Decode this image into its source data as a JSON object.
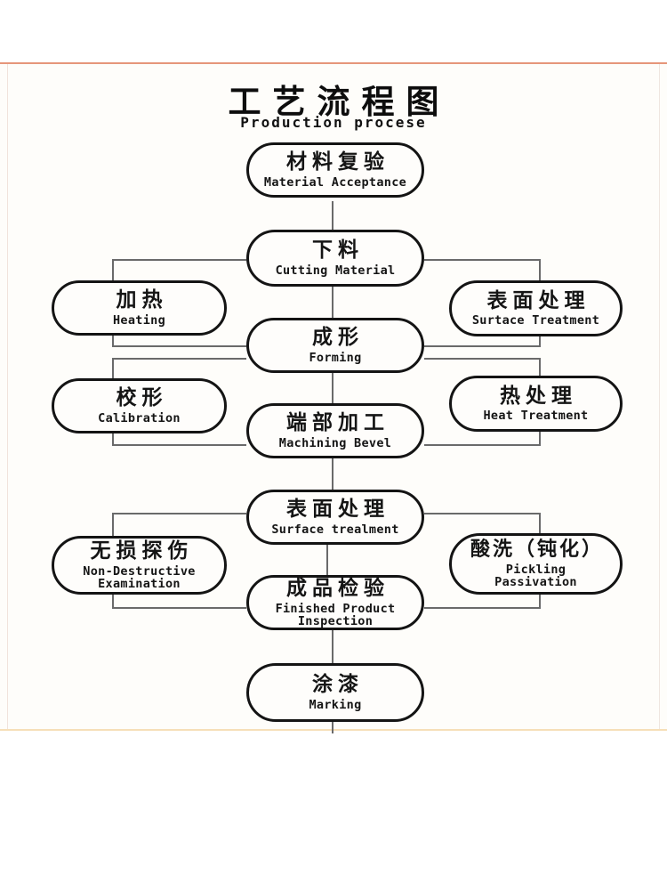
{
  "page": {
    "title_zh": "工艺流程图",
    "title_en": "Production procese"
  },
  "nodes": {
    "material_acceptance": {
      "zh": "材料复验",
      "en": "Material Acceptance"
    },
    "cutting_material": {
      "zh": "下料",
      "en": "Cutting Material"
    },
    "heating": {
      "zh": "加热",
      "en": "Heating"
    },
    "surface_treatment_right": {
      "zh": "表面处理",
      "en": "Surtace Treatment"
    },
    "forming": {
      "zh": "成形",
      "en": "Forming"
    },
    "calibration": {
      "zh": "校形",
      "en": "Calibration"
    },
    "heat_treatment": {
      "zh": "热处理",
      "en": "Heat Treatment"
    },
    "machining_bevel": {
      "zh": "端部加工",
      "en": "Machining Bevel"
    },
    "surface_treatment_center": {
      "zh": "表面处理",
      "en": "Surface trealment"
    },
    "nde": {
      "zh": "无损探伤",
      "en": "Non-Destructive\nExamination"
    },
    "pickling": {
      "zh": "酸洗（钝化）",
      "en": "Pickling\nPassivation"
    },
    "finished_product": {
      "zh": "成品检验",
      "en": "Finished Product\nInspection"
    },
    "marking": {
      "zh": "涂漆",
      "en": "Marking"
    }
  },
  "edges": [
    {
      "from": "material_acceptance",
      "to": "cutting_material"
    },
    {
      "from": "cutting_material",
      "to": "heating"
    },
    {
      "from": "cutting_material",
      "to": "surface_treatment_right"
    },
    {
      "from": "cutting_material",
      "to": "forming"
    },
    {
      "from": "heating",
      "to": "forming"
    },
    {
      "from": "surface_treatment_right",
      "to": "forming"
    },
    {
      "from": "forming",
      "to": "calibration"
    },
    {
      "from": "forming",
      "to": "heat_treatment"
    },
    {
      "from": "forming",
      "to": "machining_bevel"
    },
    {
      "from": "calibration",
      "to": "machining_bevel"
    },
    {
      "from": "heat_treatment",
      "to": "machining_bevel"
    },
    {
      "from": "machining_bevel",
      "to": "surface_treatment_center"
    },
    {
      "from": "surface_treatment_center",
      "to": "nde"
    },
    {
      "from": "surface_treatment_center",
      "to": "pickling"
    },
    {
      "from": "surface_treatment_center",
      "to": "finished_product"
    },
    {
      "from": "nde",
      "to": "finished_product"
    },
    {
      "from": "pickling",
      "to": "finished_product"
    },
    {
      "from": "finished_product",
      "to": "marking"
    }
  ],
  "colors": {
    "node_border": "#141414",
    "connector": "#6a6a6a",
    "frame_top": "#e6967a",
    "frame_bottom": "#f6dfb8",
    "background": "#fefdfa"
  }
}
